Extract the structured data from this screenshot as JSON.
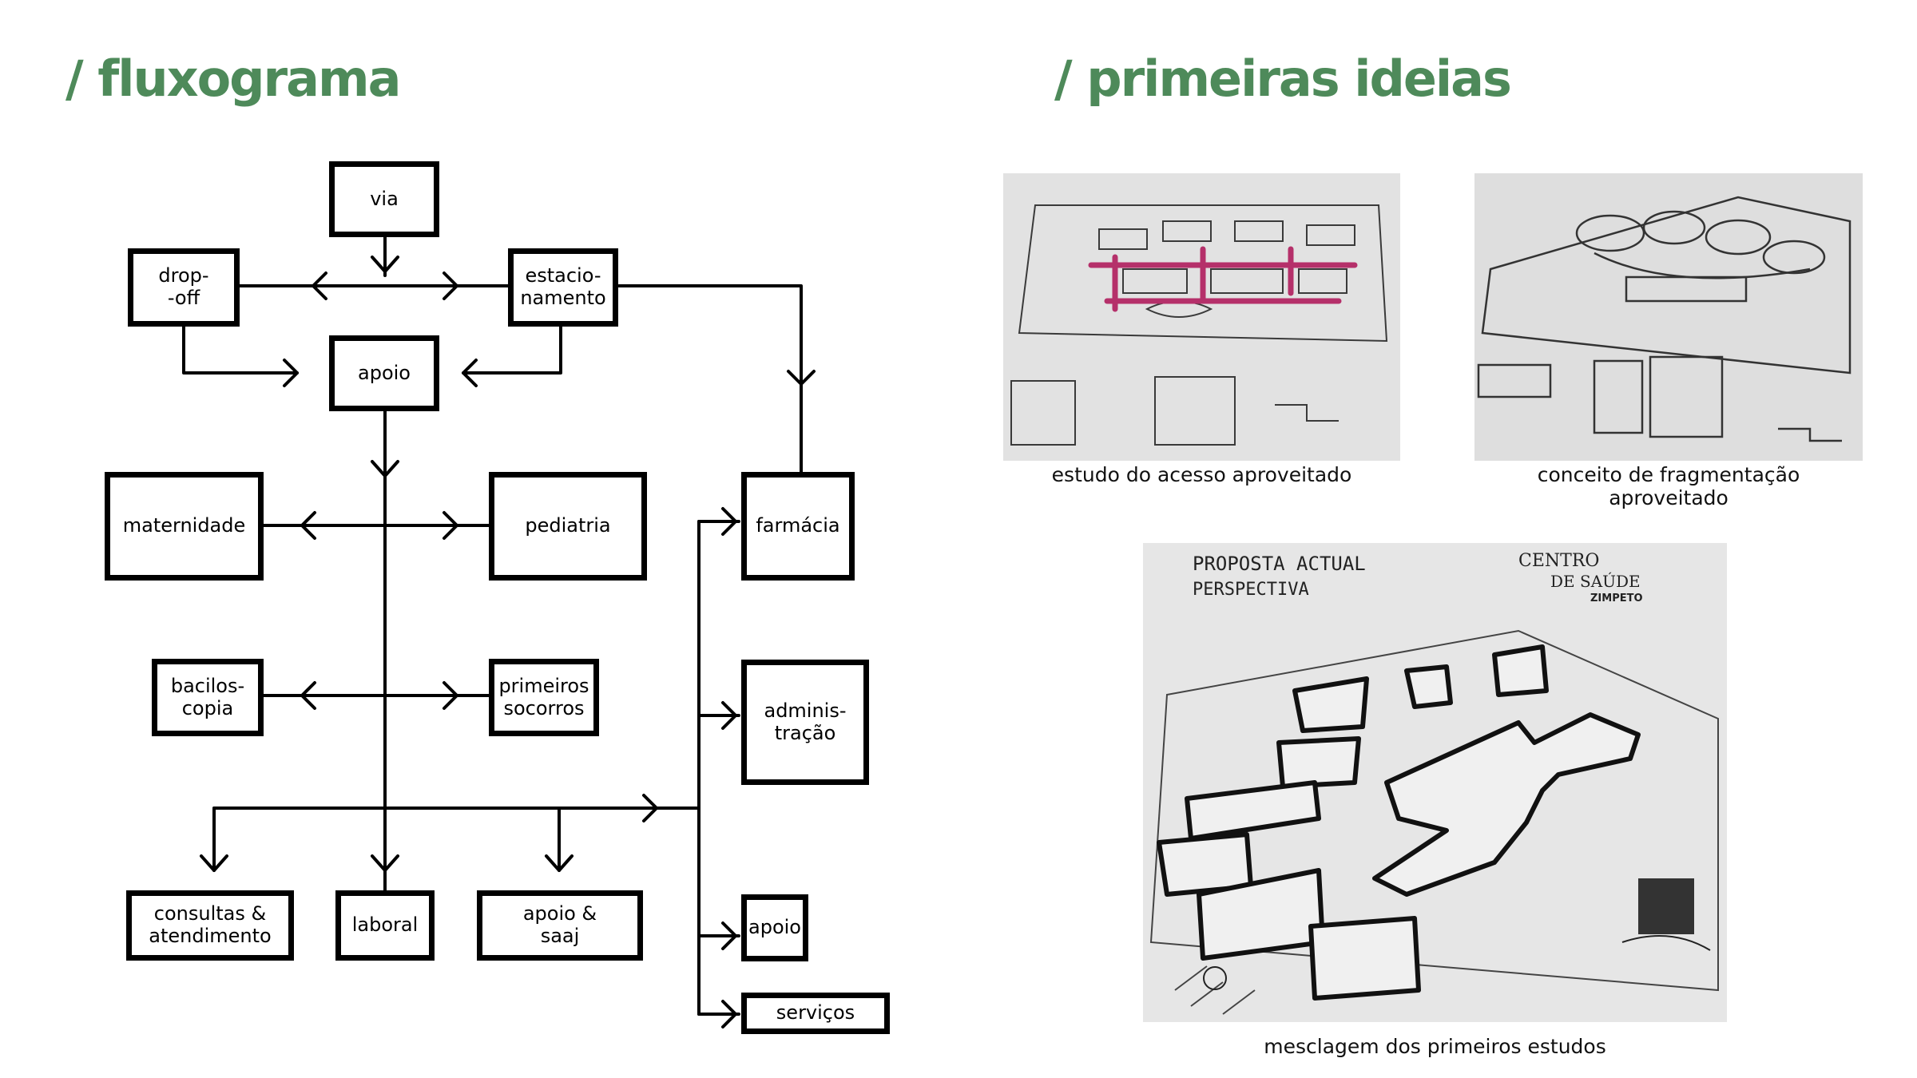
{
  "colors": {
    "accent": "#4e8a5a",
    "ink": "#000000",
    "highlight": "#b5306a"
  },
  "left": {
    "title": "/ fluxograma"
  },
  "right": {
    "title": "/ primeiras ideias"
  },
  "flow": {
    "nodes": {
      "via": "via",
      "dropoff": "drop-\n-off",
      "estacionamento": "estacio-\nnamento",
      "apoio_top": "apoio",
      "maternidade": "maternidade",
      "pediatria": "pediatria",
      "farmacia": "farmácia",
      "baciloscopia": "bacilos-\ncopia",
      "primeiros_socorros": "primeiros\nsocorros",
      "administracao": "adminis-\ntração",
      "consultas": "consultas &\natendimento",
      "laboral": "laboral",
      "apoio_saaj": "apoio &\nsaaj",
      "apoio_bottom": "apoio",
      "servicos": "serviços"
    }
  },
  "sketches": {
    "sketch1": {
      "caption": "estudo do acesso aproveitado"
    },
    "sketch2": {
      "caption": "conceito de fragmentação aproveitado"
    },
    "sketch3": {
      "caption": "mesclagem dos primeiros estudos",
      "note_title": "PROPOSTA ACTUAL",
      "note_sub": "PERSPECTIVA",
      "note_right_1": "CENTRO",
      "note_right_2": "DE SAÚDE",
      "note_right_3": "ZIMPETO"
    }
  }
}
